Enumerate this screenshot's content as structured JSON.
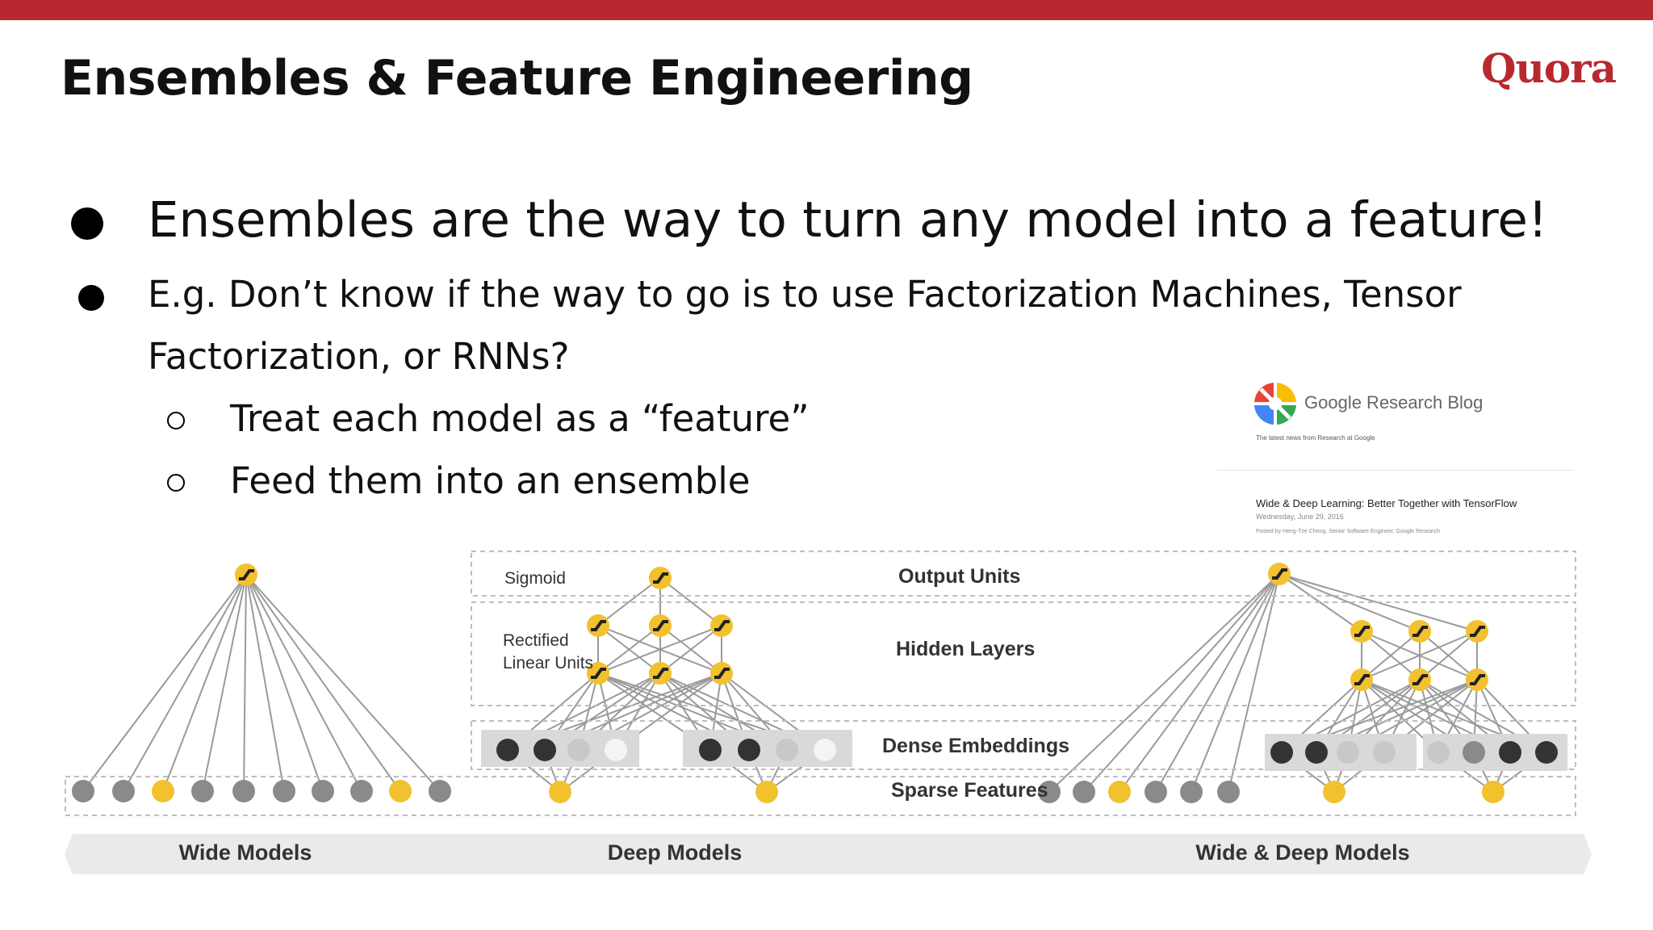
{
  "slide": {
    "title": "Ensembles & Feature Engineering",
    "logo": "Quora",
    "bullets": [
      {
        "level": 1,
        "text": "Ensembles are the way to turn any model into a feature!"
      },
      {
        "level": 1,
        "text_line1": "E.g. Don’t know if the way to go is to use Factorization Machines, Tensor",
        "text_line2": "Factorization, or RNNs?"
      },
      {
        "level": 2,
        "text": "Treat each model as a “feature”"
      },
      {
        "level": 2,
        "text": "Feed them into an ensemble"
      }
    ]
  },
  "blog": {
    "name": "Google Research Blog",
    "tagline": "The latest news from Research at Google",
    "post_title": "Wide & Deep Learning: Better Together with TensorFlow",
    "post_date": "Wednesday, June 29, 2016",
    "posted_by": "Posted by Heng-Tze Cheng, Senior Software Engineer, Google Research"
  },
  "diagram": {
    "row_labels": {
      "sigmoid": "Sigmoid",
      "relu_line1": "Rectified",
      "relu_line2": "Linear Units",
      "output": "Output Units",
      "hidden": "Hidden Layers",
      "dense": "Dense Embeddings",
      "sparse": "Sparse Features"
    },
    "panel_labels": [
      "Wide Models",
      "Deep Models",
      "Wide & Deep Models"
    ],
    "colors": {
      "yellow": "#f2c12e",
      "gray": "#8a8a8a",
      "dark": "#333333",
      "light": "#c8c8c8",
      "white": "#f4f4f4",
      "line": "#9a9a9a",
      "brand": "#b8292f"
    }
  }
}
